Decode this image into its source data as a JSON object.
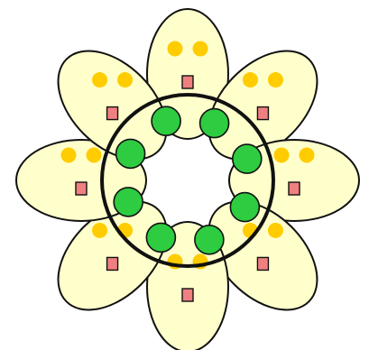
{
  "diagram": {
    "petal_count": 8,
    "petals": [
      {
        "id": "top",
        "eyes": 2,
        "mouth": 1
      },
      {
        "id": "top-right",
        "eyes": 2,
        "mouth": 1
      },
      {
        "id": "right",
        "eyes": 2,
        "mouth": 1
      },
      {
        "id": "bottom-right",
        "eyes": 2,
        "mouth": 1
      },
      {
        "id": "bottom",
        "eyes": 2,
        "mouth": 1
      },
      {
        "id": "bottom-left",
        "eyes": 2,
        "mouth": 1
      },
      {
        "id": "left",
        "eyes": 2,
        "mouth": 1
      },
      {
        "id": "top-left",
        "eyes": 2,
        "mouth": 1
      }
    ],
    "inner_dot_count": 8,
    "colors": {
      "petal_fill": "#ffffcc",
      "stroke": "#111111",
      "eye": "#ffcc00",
      "mouth_fill": "#f08080",
      "mouth_stroke": "#111111",
      "ring_stroke": "#111111",
      "dot_fill": "#2ecc40",
      "dot_stroke": "#111111"
    }
  }
}
